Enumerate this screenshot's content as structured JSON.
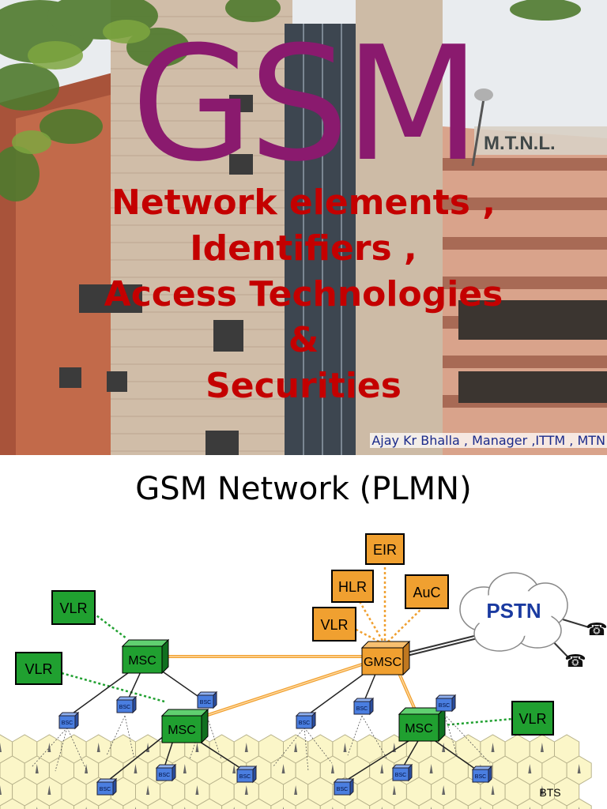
{
  "slide1": {
    "title": "GSM",
    "subtitle_lines": [
      "Network elements ,",
      "Identifiers ,",
      "Access Technologies",
      "&",
      "Securities"
    ],
    "author": "Ajay Kr Bhalla , Manager ,ITTM , MTN",
    "building_sign": "M.T.N.L."
  },
  "slide2": {
    "title": "GSM  Network  (PLMN)",
    "nodes": {
      "eir": "EIR",
      "hlr": "HLR",
      "auc": "AuC",
      "vlr": "VLR",
      "gmsc": "GMSC",
      "msc": "MSC",
      "bsc": "BSC",
      "pstn": "PSTN",
      "bts": "BTS"
    },
    "colors": {
      "orange_node": "#f0a030",
      "green_node": "#20a030",
      "bsc_blue": "#4a7ee0",
      "pstn_text": "#1a3aa0"
    },
    "icons": [
      "cloud-icon",
      "telephone-icon"
    ]
  }
}
